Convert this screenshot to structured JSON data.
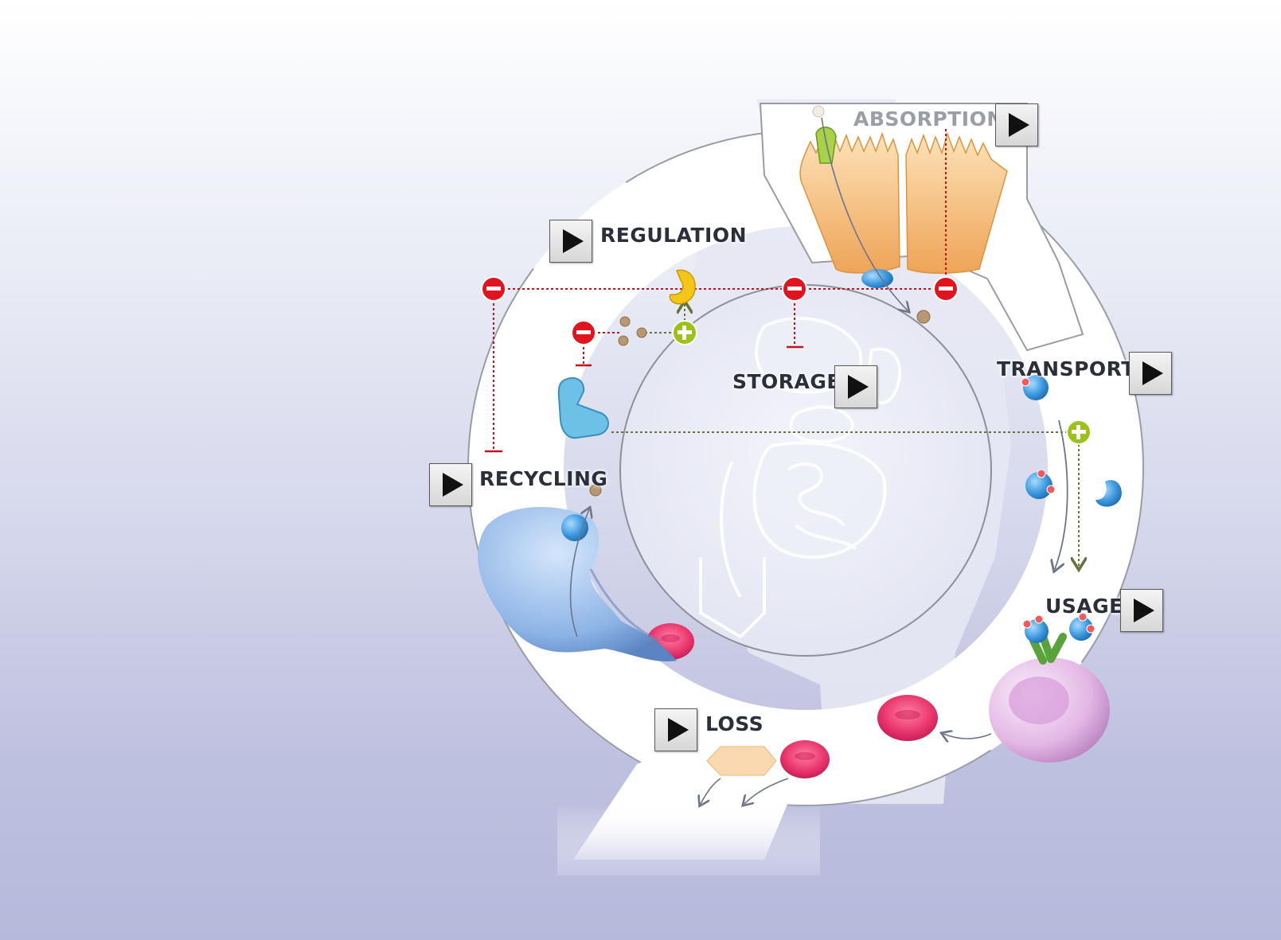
{
  "stages": {
    "absorption": {
      "label": "ABSORPTION",
      "button_icon": "play-icon"
    },
    "regulation": {
      "label": "REGULATION",
      "button_icon": "play-icon"
    },
    "transport": {
      "label": "TRANSPORT",
      "button_icon": "play-icon"
    },
    "storage": {
      "label": "STORAGE",
      "button_icon": "play-icon"
    },
    "recycling": {
      "label": "RECYCLING",
      "button_icon": "play-icon"
    },
    "usage": {
      "label": "USAGE",
      "button_icon": "play-icon"
    },
    "loss": {
      "label": "LOSS",
      "button_icon": "play-icon"
    }
  },
  "colors": {
    "inhibit": "#e0141e",
    "activate": "#9cc21a",
    "enterocyte": "#f4b468",
    "red_cell": "#e8336b",
    "protein": "#4a9fd8",
    "macrophage": "#8cb4e6",
    "precursor_cell": "#e2b6e4",
    "iron_particle": "#b89870",
    "hormone": "#f5c518"
  }
}
